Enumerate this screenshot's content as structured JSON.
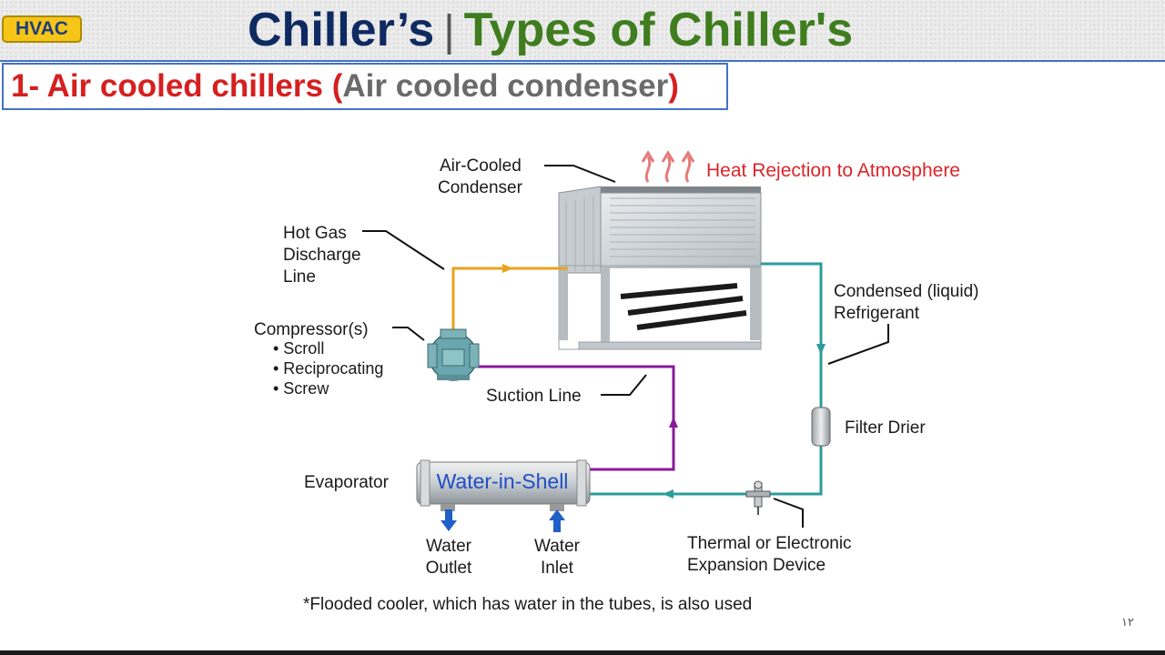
{
  "header": {
    "badge": "HVAC",
    "title_part1": "Chiller’s",
    "separator": "|",
    "title_part2": "Types of Chiller's",
    "title_color1": "#0e2a61",
    "title_color2": "#3f7d1f"
  },
  "subtitle": {
    "prefix": "1- Air cooled chillers (",
    "middle": "Air cooled condenser",
    "suffix": ")"
  },
  "diagram": {
    "condenser_label": [
      "Air-Cooled",
      "Condenser"
    ],
    "heat_rejection": "Heat Rejection to Atmosphere",
    "hot_gas_label": [
      "Hot Gas",
      "Discharge",
      "Line"
    ],
    "compressor_label": "Compressor(s)",
    "compressor_types": [
      "• Scroll",
      "• Reciprocating",
      "• Screw"
    ],
    "suction_label": "Suction Line",
    "condensed_label": [
      "Condensed (liquid)",
      "Refrigerant"
    ],
    "filter_label": "Filter Drier",
    "evaporator_label": "Evaporator",
    "evaporator_text": "Water-in-Shell",
    "water_outlet": [
      "Water",
      "Outlet"
    ],
    "water_inlet": [
      "Water",
      "Inlet"
    ],
    "expansion_label": [
      "Thermal or Electronic",
      "Expansion Device"
    ],
    "footnote": "*Flooded cooler, which has water in the tubes, is also used",
    "colors": {
      "hot_gas": "#e8a21c",
      "liquid": "#2a9d9a",
      "suction": "#8a1a9a",
      "heat": "#d9262a",
      "water_arrow": "#1f5fc8"
    }
  },
  "page_number": "١٢"
}
